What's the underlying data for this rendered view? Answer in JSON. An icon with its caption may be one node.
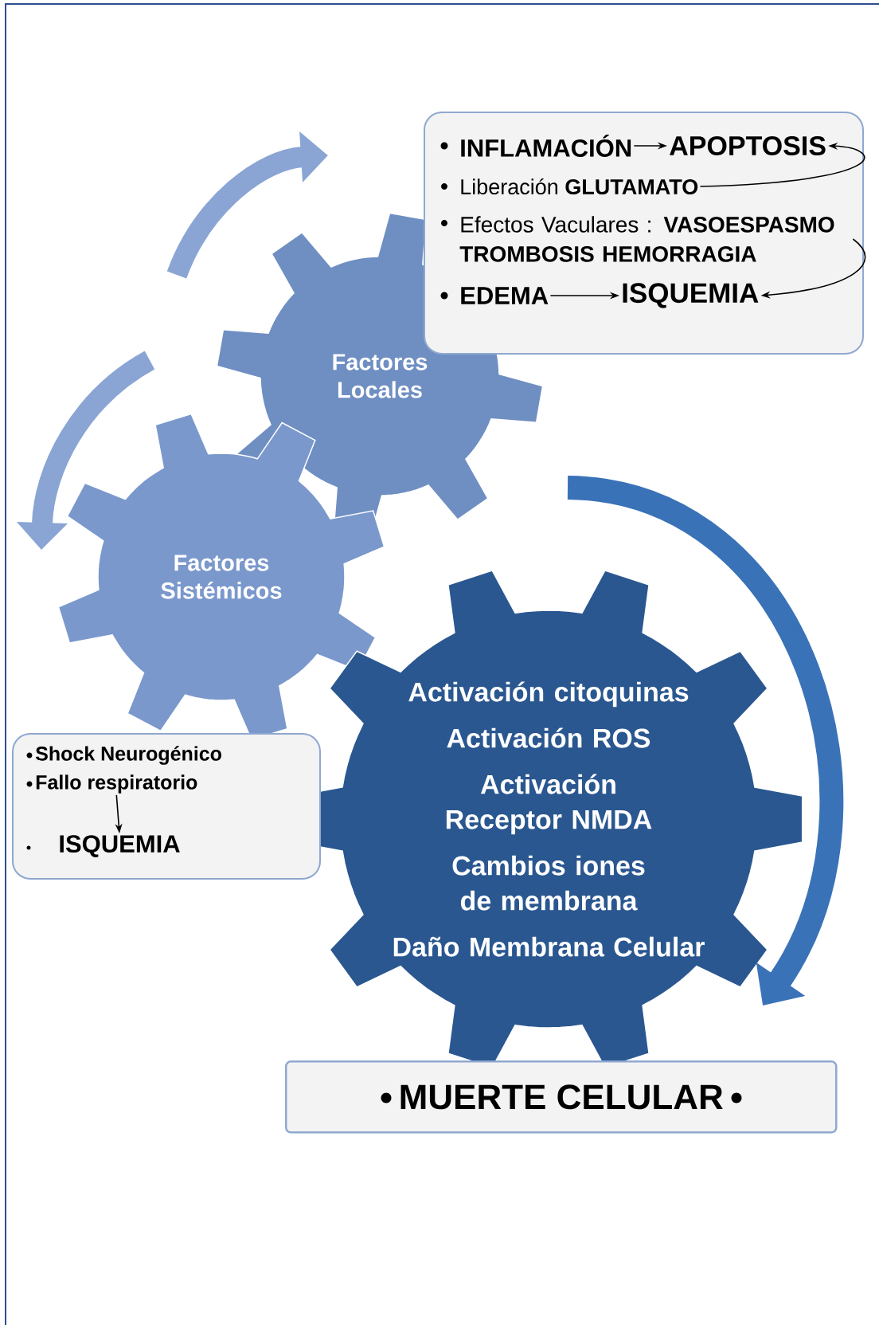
{
  "diagram": {
    "nodes": [
      {
        "text": [
          "Factores Locales"
        ]
      },
      {
        "text": [
          "Factores Sistémicos"
        ]
      },
      {
        "text": [
          "Activación citoquinas",
          "Activación ROS",
          "Activación Receptor NMDA",
          "Cambios iones de membrana",
          "Daño Membrana Celular"
        ]
      },
      {
        "text": [],
        "shape": "box"
      },
      {
        "text": [
          "INFLAMACIÓN"
        ],
        "in": 3
      },
      {
        "text": [
          "APOPTOSIS"
        ],
        "in": 3
      },
      {
        "text": [
          "Liberación **GLUTAMATO**"
        ],
        "in": 3
      },
      {
        "text": [
          "Efectos Vaculares : **VASOESPASMO TROMBOSIS HEMORRAGIA**"
        ],
        "in": 3
      },
      {
        "text": [
          "EDEMA"
        ]
      },
      {
        "text": [
          "ISQUEMIA"
        ],
        "in": 3
      },
      {
        "text": [],
        "shape": "box"
      },
      {
        "text": [
          "Shock Neurogénico"
        ],
        "in": 10
      },
      {
        "text": [
          "Fallo respiratorio"
        ],
        "in": 10
      },
      {
        "text": [
          "ISQUEMIA"
        ],
        "in": 10
      },
      {
        "text": [
          "MUERTE CELULAR"
        ]
      }
    ],
    "edges": [
      {
        "from": 4,
        "to": 5,
        "arrow": "to"
      },
      {
        "from": 6,
        "to": 5,
        "arrow": "to"
      },
      {
        "from": 7,
        "to": 9,
        "arrow": "to"
      },
      {
        "from": 8,
        "to": 9,
        "arrow": "to"
      },
      {
        "from": 12,
        "to": 13,
        "arrow": "to"
      }
    ]
  }
}
